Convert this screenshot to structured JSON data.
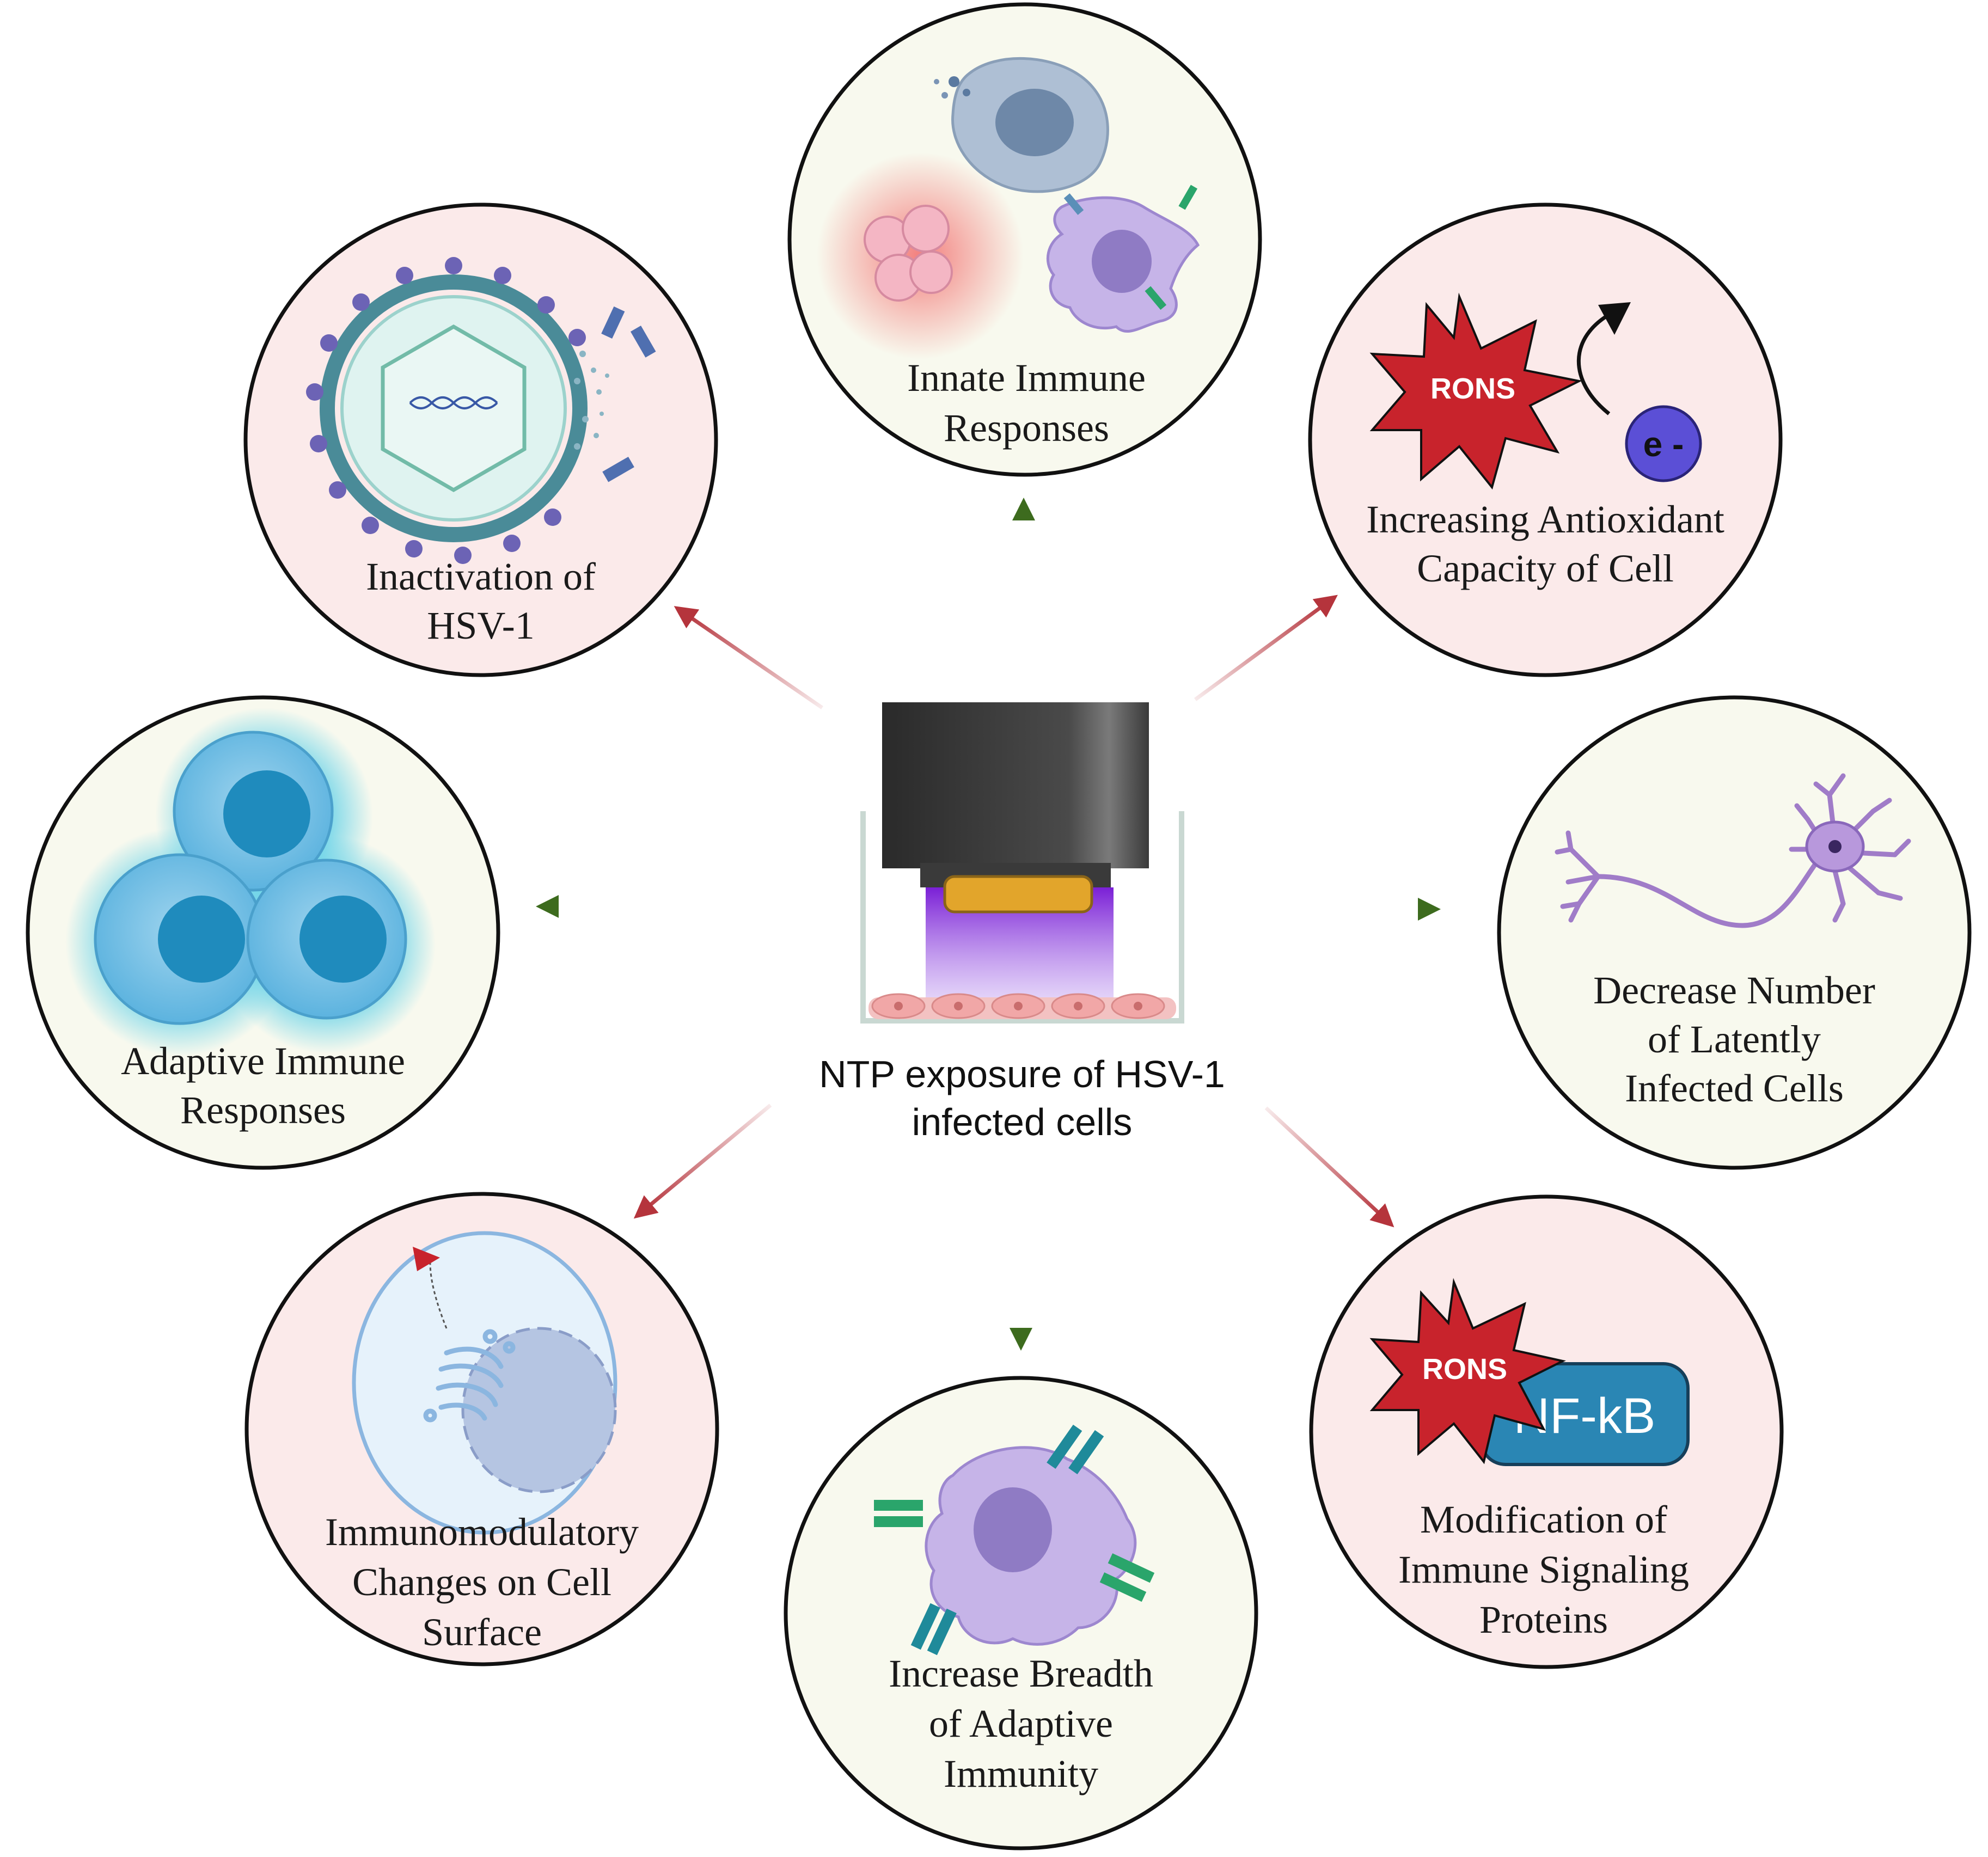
{
  "center": {
    "label_line1": "NTP exposure of HSV-1",
    "label_line2": "infected cells"
  },
  "nodes": {
    "innate": {
      "line1": "Innate Immune",
      "line2": "Responses"
    },
    "inactivation": {
      "line1": "Inactivation of",
      "line2": "HSV-1"
    },
    "antioxidant": {
      "line1": "Increasing Antioxidant",
      "line2": "Capacity of Cell"
    },
    "adaptive": {
      "line1": "Adaptive Immune",
      "line2": "Responses"
    },
    "latent": {
      "line1": "Decrease Number",
      "line2": "of Latently",
      "line3": "Infected Cells"
    },
    "surface": {
      "line1": "Immunomodulatory",
      "line2": "Changes on Cell",
      "line3": "Surface"
    },
    "breadth": {
      "line1": "Increase Breadth",
      "line2": "of Adaptive",
      "line3": "Immunity"
    },
    "signaling": {
      "line1": "Modification of",
      "line2": "Immune Signaling",
      "line3": "Proteins"
    }
  },
  "badges": {
    "rons": "RONS",
    "electron": "e -",
    "nfkb": "NF-kB"
  },
  "colors": {
    "red_arrow": "#b5343c",
    "green_arrow": "#3d6b1e",
    "pink_fill": "#fbeaea",
    "cream_fill": "#f8f9ee",
    "plasma": "#8a35e0"
  }
}
